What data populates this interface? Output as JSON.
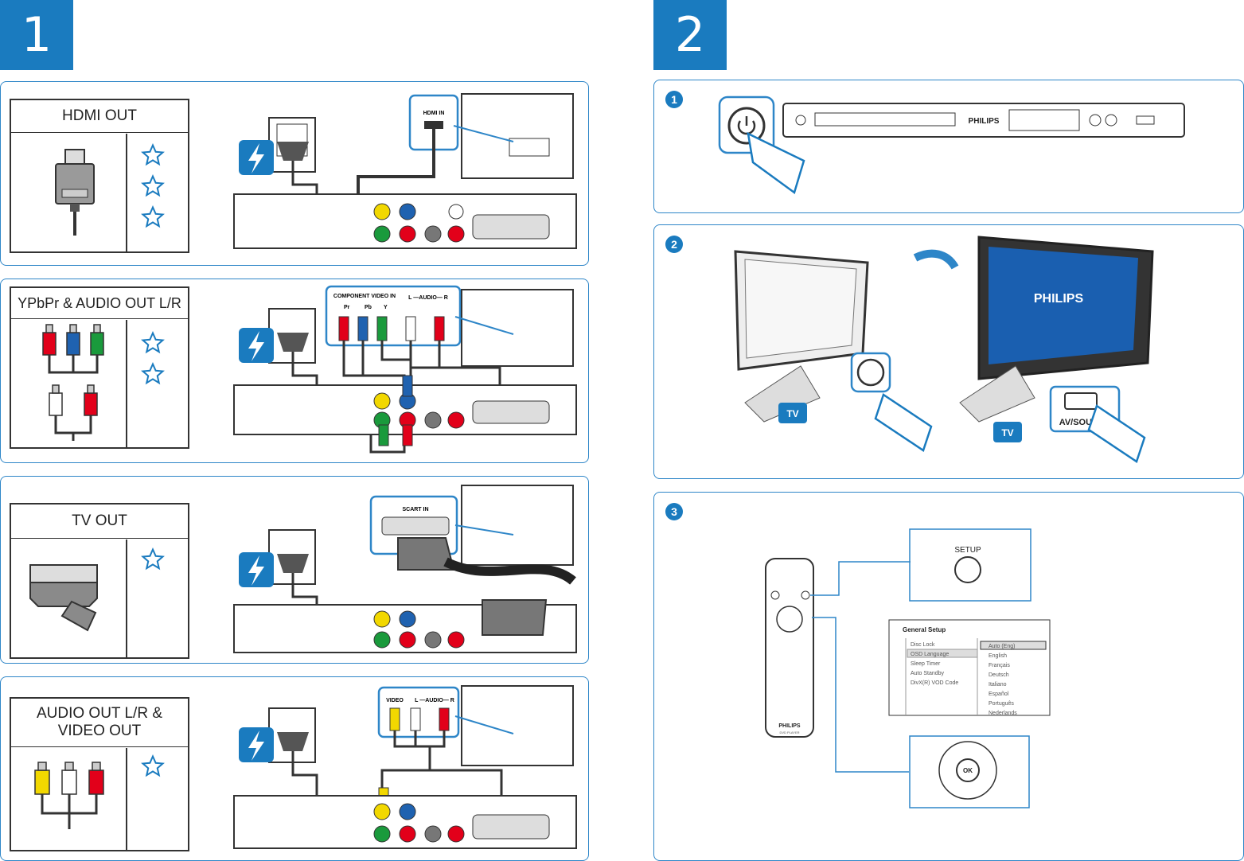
{
  "steps": {
    "one": "1",
    "two": "2"
  },
  "sub_steps": [
    "1",
    "2",
    "3"
  ],
  "connections": [
    {
      "name": "HDMI OUT",
      "stars": 3,
      "tv_port": "HDMI IN"
    },
    {
      "name": "YPbPr & AUDIO OUT L/R",
      "stars": 2,
      "tv_port": "COMPONENT VIDEO IN",
      "labels": [
        "Pr",
        "Pb",
        "Y"
      ],
      "audio": "L —AUDIO— R"
    },
    {
      "name": "TV OUT",
      "stars": 1,
      "tv_port": "SCART IN"
    },
    {
      "name": "AUDIO OUT L/R & VIDEO OUT",
      "stars": 1,
      "tv_port": "VIDEO",
      "audio": "L —AUDIO— R"
    }
  ],
  "player_brand": "PHILIPS",
  "tv_brand": "PHILIPS",
  "badge_tv": "TV",
  "av_source": "AV/SOURCE",
  "remote_brand": "PHILIPS",
  "remote_model": "DVD PLAYER",
  "setup_label": "SETUP",
  "ok_label": "OK",
  "menu": {
    "title": "General Setup",
    "left": [
      "Disc Lock",
      "OSD Language",
      "Sleep Timer",
      "Auto Standby",
      "DivX(R) VOD Code"
    ],
    "right": [
      "Auto (Eng)",
      "English",
      "Français",
      "Deutsch",
      "Italiano",
      "Español",
      "Português",
      "Nederlands"
    ]
  },
  "colors": {
    "accent": "#1a7bbf",
    "red": "#e2001a",
    "green": "#1a9a3c",
    "blue": "#1f62b0",
    "yellow": "#f2d800"
  }
}
